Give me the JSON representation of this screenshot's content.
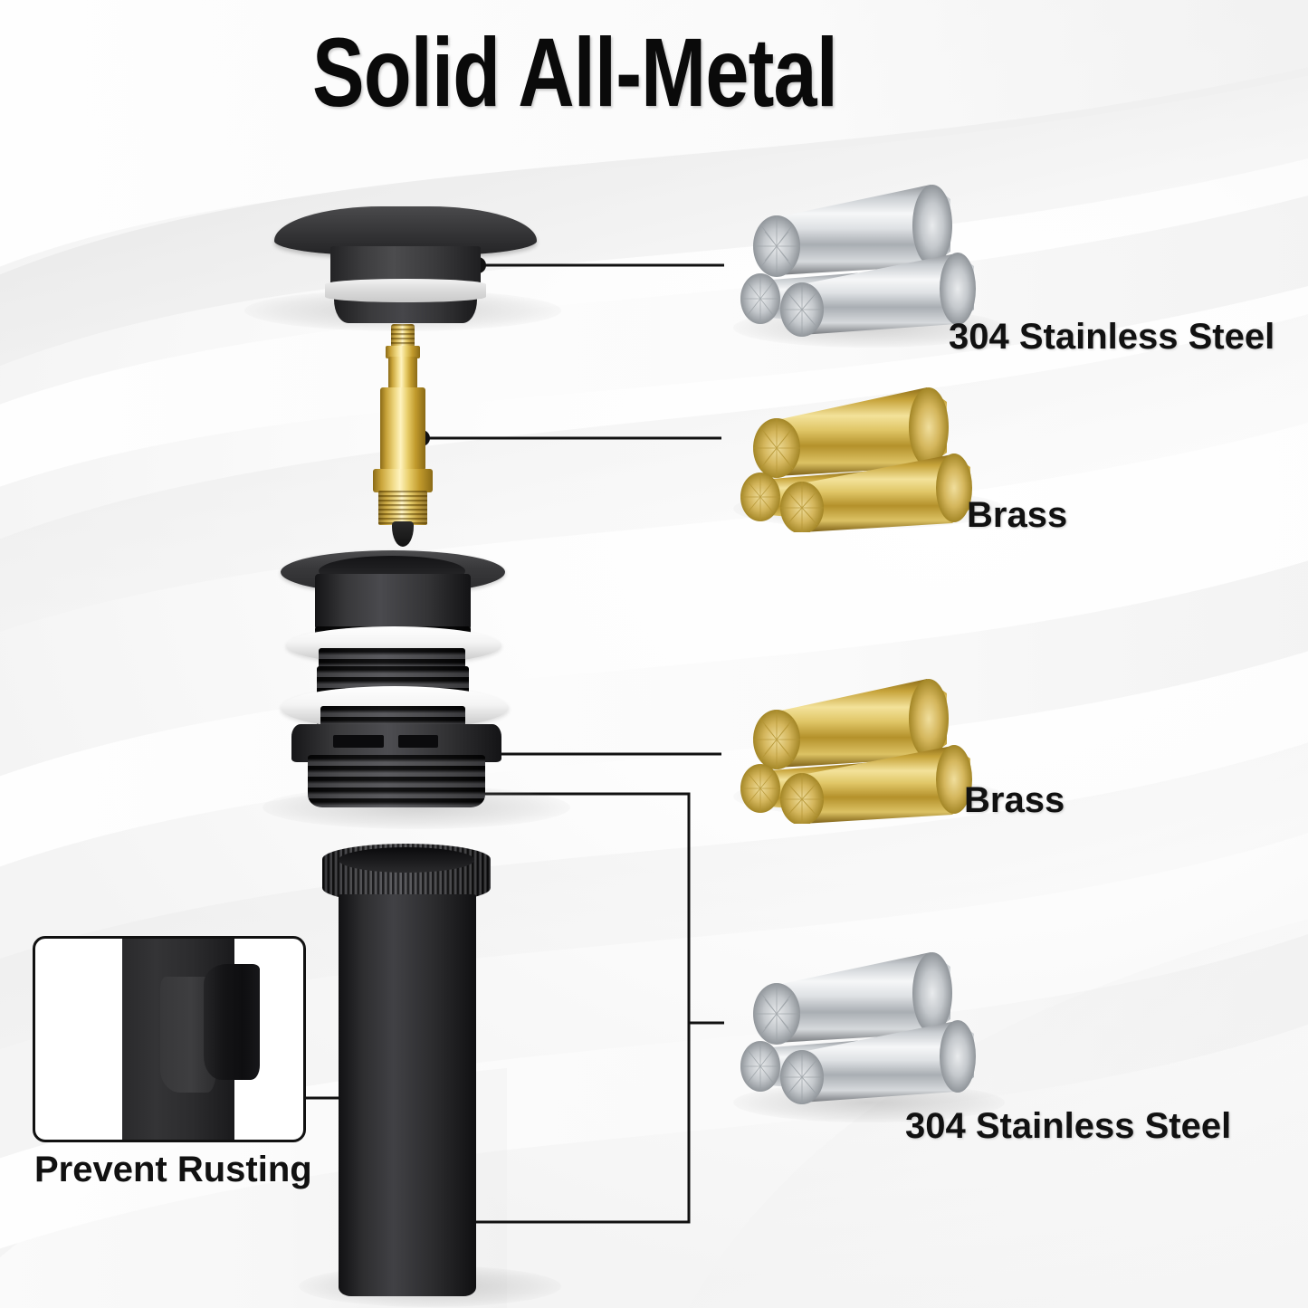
{
  "title": "Solid All-Metal",
  "labels": {
    "stainless_top": "304 Stainless Steel",
    "brass_top": "Brass",
    "brass_bottom": "Brass",
    "stainless_bottom": "304 Stainless Steel",
    "prevent_rusting": "Prevent Rusting"
  },
  "colors": {
    "title_text": "#0a0a0a",
    "label_text": "#111111",
    "leader_line": "#111111",
    "brass_light": "#fff3bf",
    "brass_mid": "#d9b845",
    "brass_dark": "#8a6a16",
    "steel_light": "#f4f5f6",
    "steel_mid": "#b9bcc0",
    "steel_dark": "#6e7276",
    "matte_black": "#2b2b2d",
    "washer_white": "#f4f4f4",
    "background": "#f4f4f4"
  },
  "parts": [
    {
      "name": "stopper-cap",
      "material": "304 Stainless Steel"
    },
    {
      "name": "lift-rod",
      "material": "Brass"
    },
    {
      "name": "drain-body",
      "material": "Brass"
    },
    {
      "name": "tailpiece-tube",
      "material": "304 Stainless Steel"
    }
  ],
  "callouts": [
    {
      "from": "stopper-cap",
      "to": "stainless_top"
    },
    {
      "from": "lift-rod",
      "to": "brass_top"
    },
    {
      "from": "drain-body",
      "to": "brass_bottom"
    },
    {
      "from": "tailpiece-tube",
      "to": "stainless_bottom"
    },
    {
      "from": "tailpiece-coating",
      "to": "prevent_rusting"
    }
  ]
}
